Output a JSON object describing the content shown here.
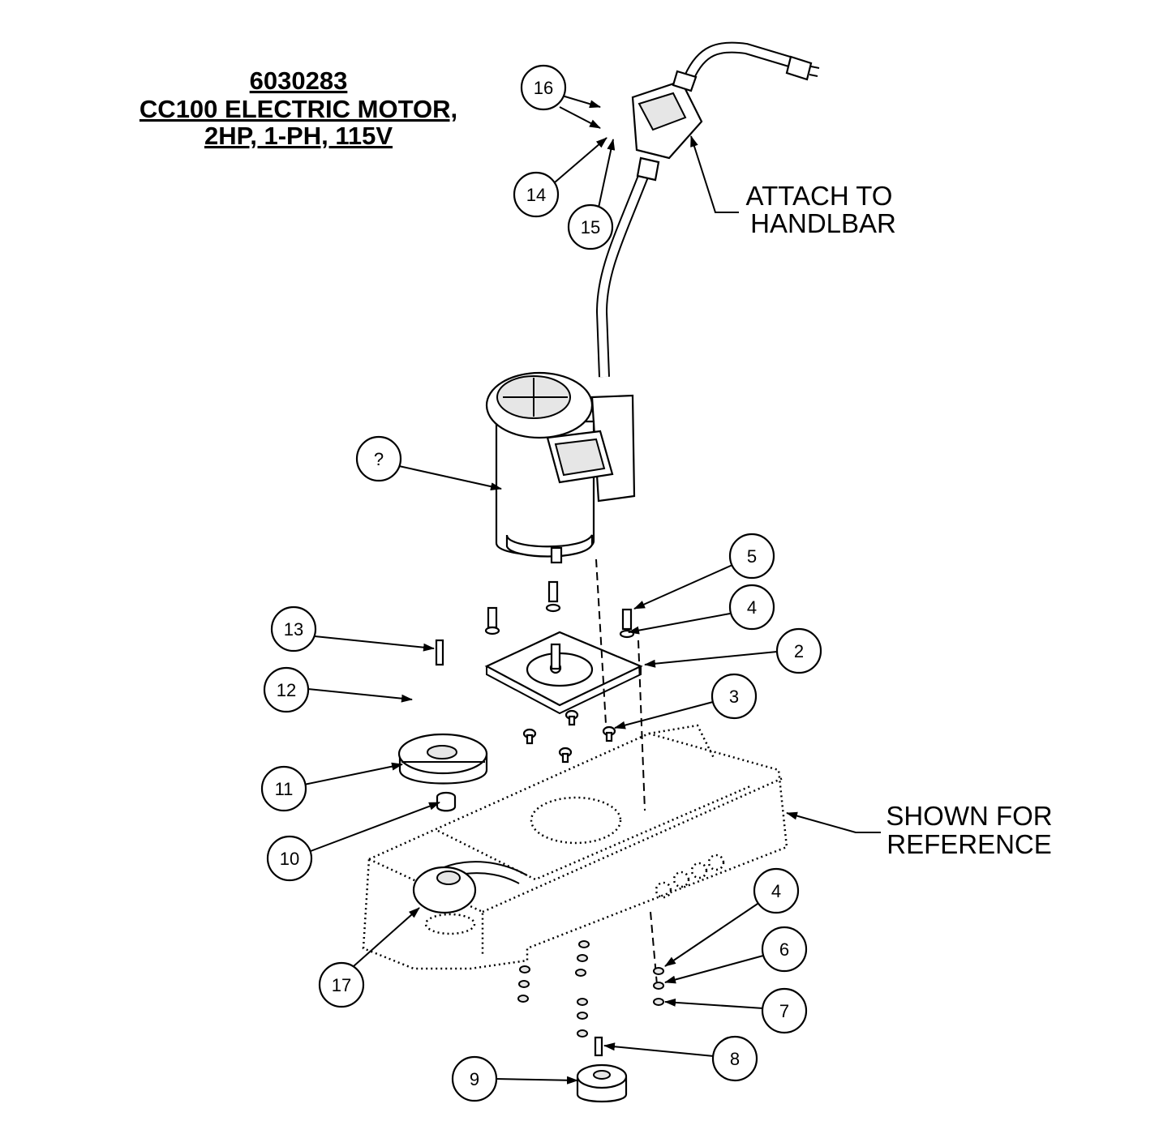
{
  "title": {
    "line1": "6030283 ",
    "line2": "CC100 ELECTRIC MOTOR,",
    "line3": " 2HP, 1-PH, 115V"
  },
  "notes": {
    "attach_line1": "ATTACH TO",
    "attach_line2": "HANDLBAR",
    "reference_line1": "SHOWN FOR",
    "reference_line2": "REFERENCE"
  },
  "callouts": [
    "16",
    "14",
    "15",
    "?",
    "5",
    "4",
    "2",
    "13",
    "12",
    "3",
    "11",
    "10",
    "4",
    "6",
    "7",
    "17",
    "8",
    "9"
  ]
}
